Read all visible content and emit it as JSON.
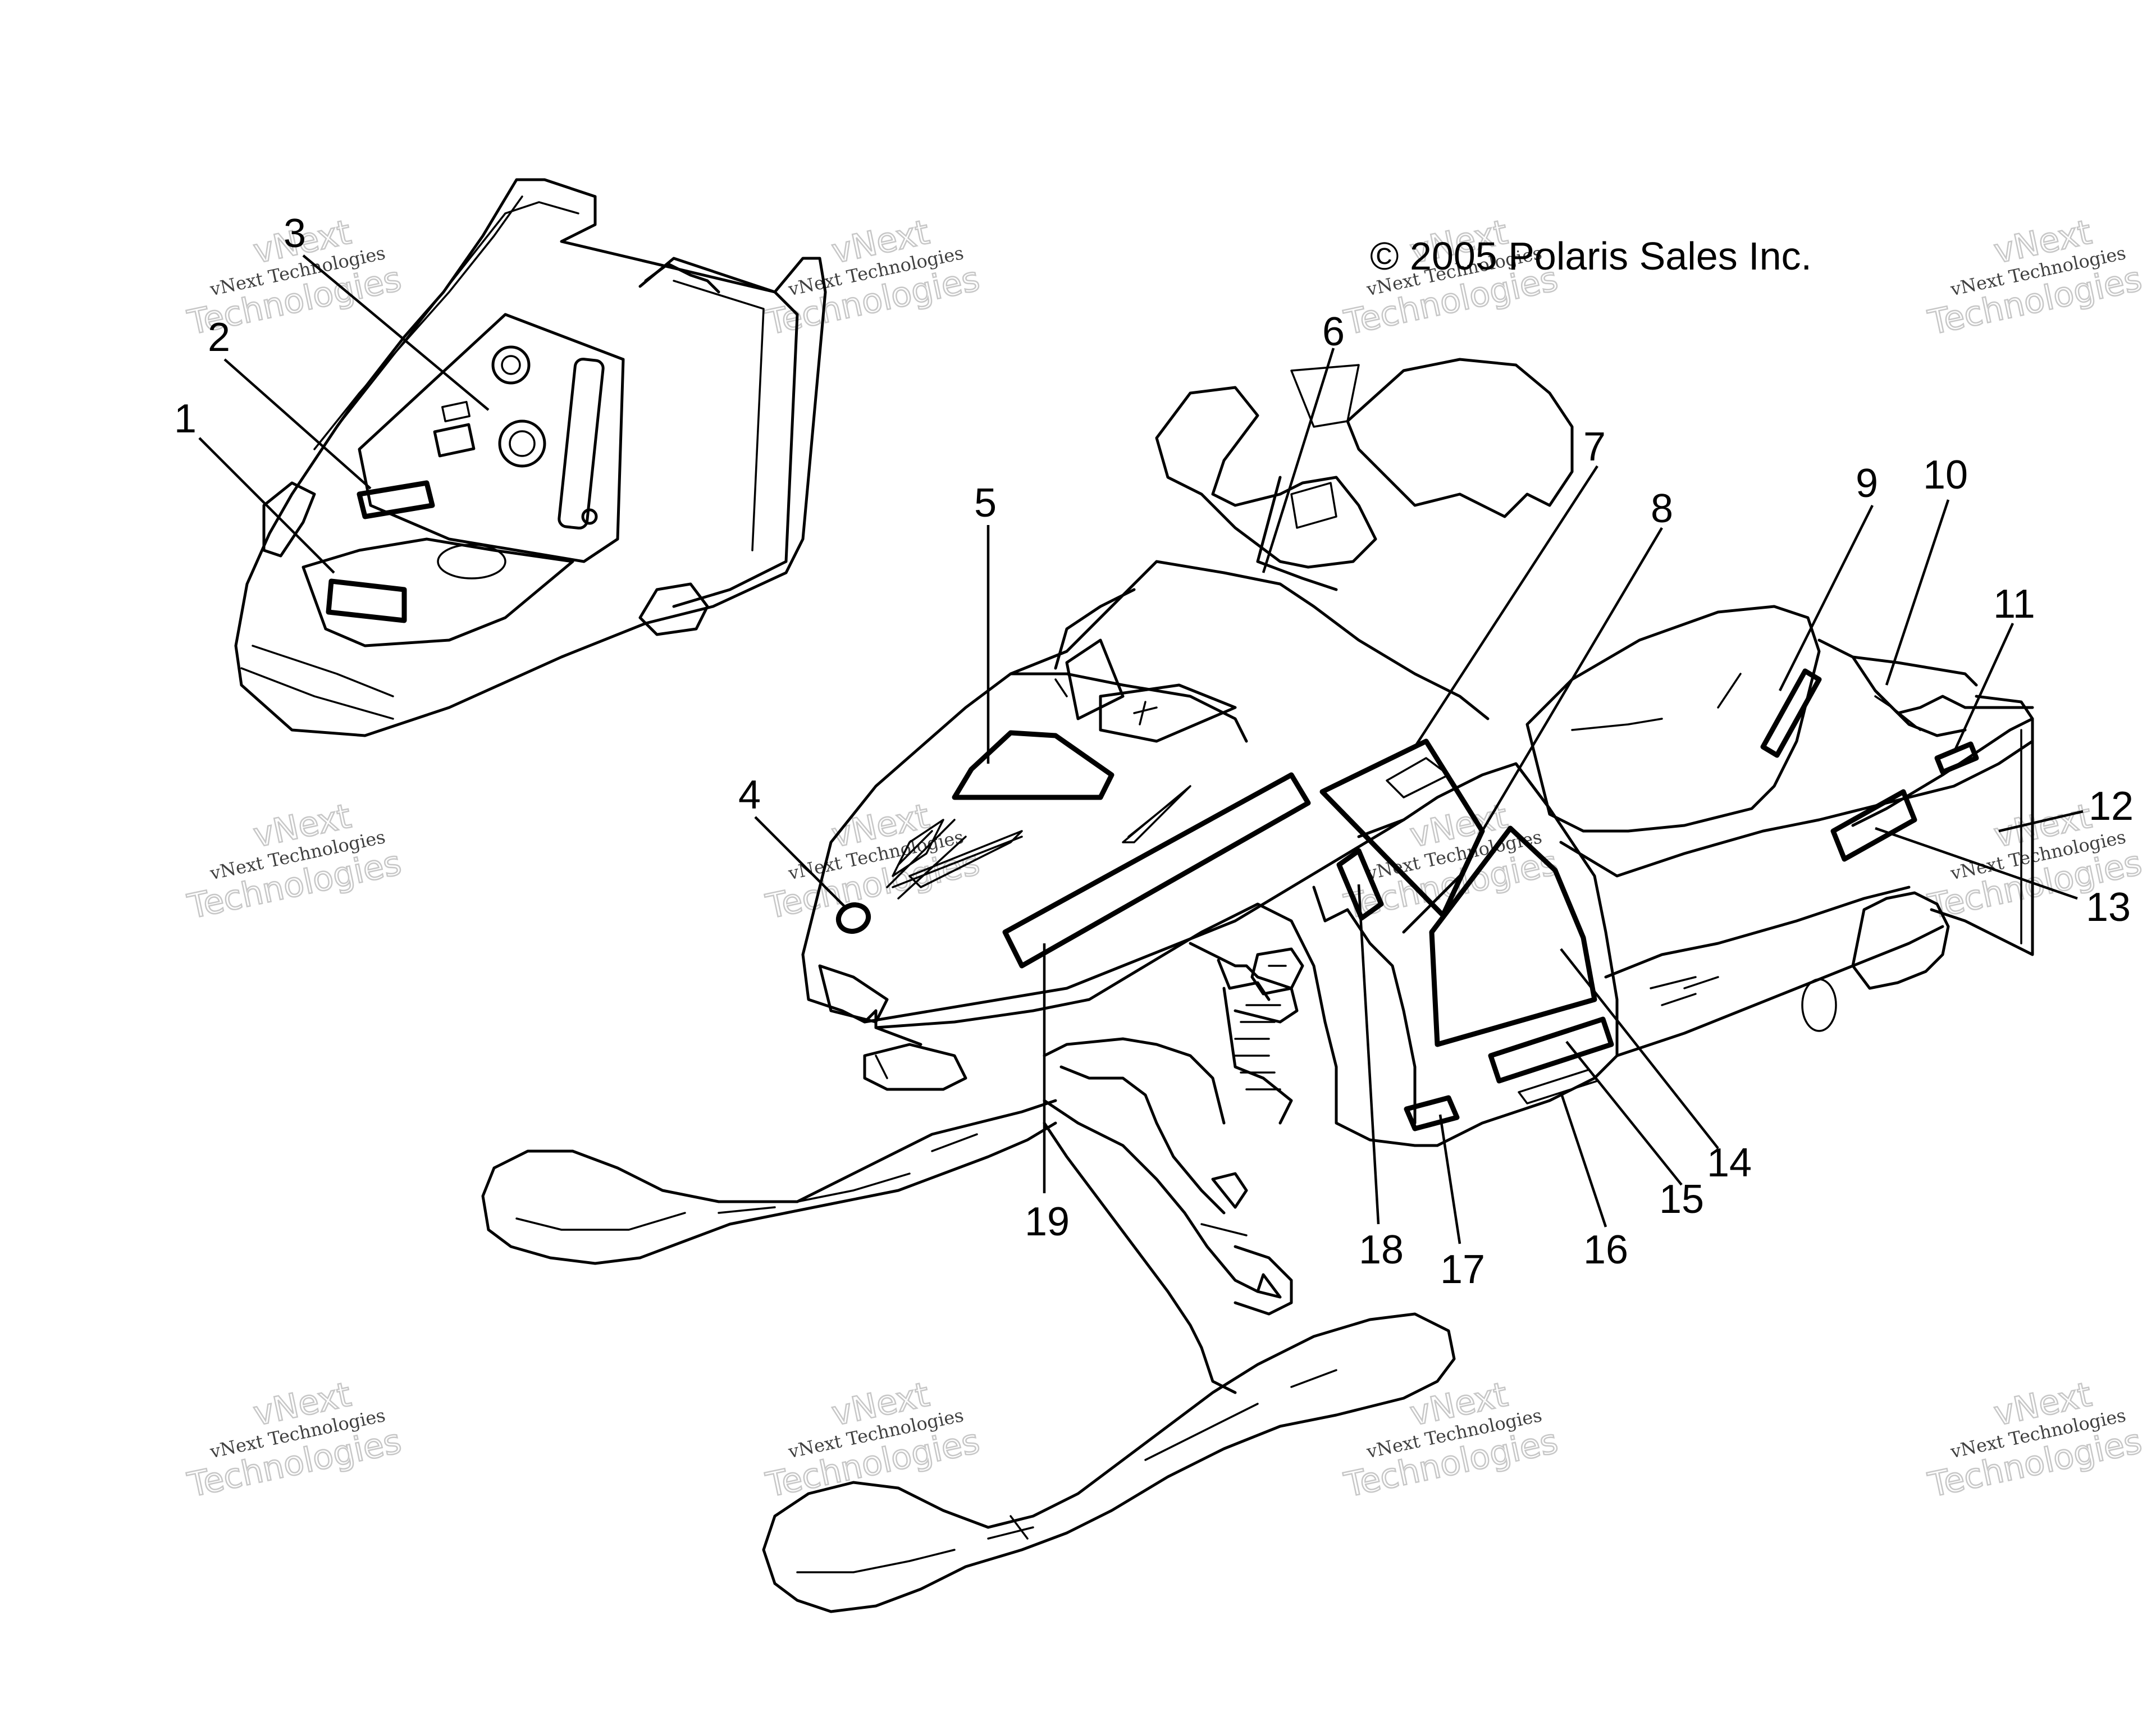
{
  "copyright": "© 2005 Polaris Sales Inc.",
  "watermark": {
    "line1": "vNext",
    "line2": "vNext Technologies",
    "line3": "Technologies"
  },
  "callouts": [
    "1",
    "2",
    "3",
    "4",
    "5",
    "6",
    "7",
    "8",
    "9",
    "10",
    "11",
    "12",
    "13",
    "14",
    "15",
    "16",
    "17",
    "18",
    "19"
  ]
}
